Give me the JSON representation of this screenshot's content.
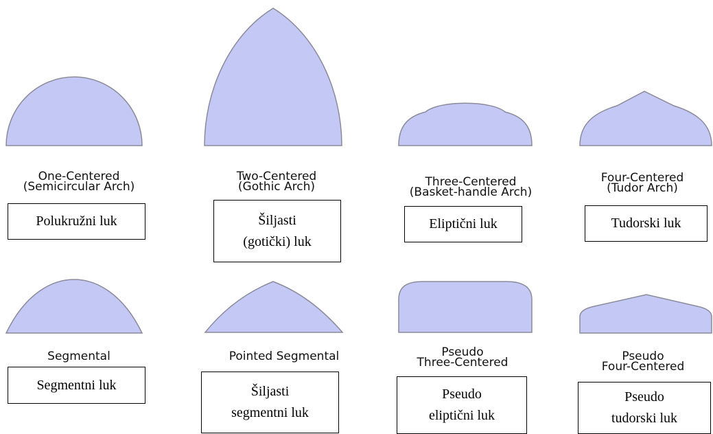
{
  "colors": {
    "arch_fill": "#c4c8f4",
    "arch_stroke": "#8a8a9a"
  },
  "arches": [
    {
      "id": "one-centered",
      "en_line1": "One-Centered",
      "en_line2": "(Semicircular Arch)",
      "hr_line1": "Polukružni luk",
      "hr_line2": ""
    },
    {
      "id": "two-centered",
      "en_line1": "Two-Centered",
      "en_line2": "(Gothic Arch)",
      "hr_line1": "Šiljasti",
      "hr_line2": "(gotički) luk"
    },
    {
      "id": "three-centered",
      "en_line1": "Three-Centered",
      "en_line2": "(Basket-handle Arch)",
      "hr_line1": "Eliptični luk",
      "hr_line2": ""
    },
    {
      "id": "four-centered",
      "en_line1": "Four-Centered",
      "en_line2": "(Tudor Arch)",
      "hr_line1": "Tudorski luk",
      "hr_line2": ""
    },
    {
      "id": "segmental",
      "en_line1": "Segmental",
      "en_line2": "",
      "hr_line1": "Segmentni luk",
      "hr_line2": ""
    },
    {
      "id": "pointed-segmental",
      "en_line1": "Pointed Segmental",
      "en_line2": "",
      "hr_line1": "Šiljasti",
      "hr_line2": "segmentni luk"
    },
    {
      "id": "pseudo-three-centered",
      "en_line1": "Pseudo",
      "en_line2": "Three-Centered",
      "hr_line1": "Pseudo",
      "hr_line2": "eliptični luk"
    },
    {
      "id": "pseudo-four-centered",
      "en_line1": "Pseudo",
      "en_line2": "Four-Centered",
      "hr_line1": "Pseudo",
      "hr_line2": "tudorski luk"
    }
  ]
}
